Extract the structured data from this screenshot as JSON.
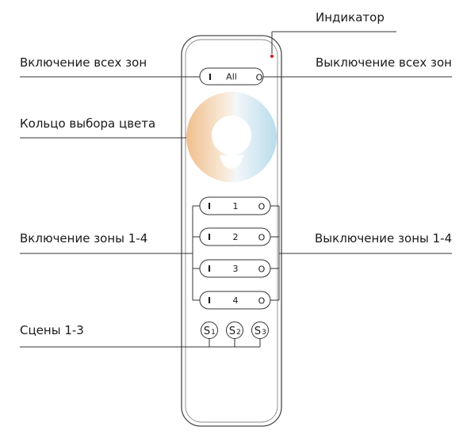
{
  "labels": {
    "indicator": "Индикатор",
    "all_on": "Включение всех зон",
    "all_off": "Выключение всех зон",
    "color_ring": "Кольцо выбора цвета",
    "zone_on": "Включение зоны 1-4",
    "zone_off": "Выключение зоны 1-4",
    "scenes": "Сцены 1-3"
  },
  "buttons": {
    "on_symbol": "I",
    "off_symbol": "O",
    "all_label": "All",
    "zones": [
      "1",
      "2",
      "3",
      "4"
    ],
    "scene_letter": "S",
    "scenes": [
      "1",
      "2",
      "3"
    ]
  },
  "colors": {
    "line": "#333333",
    "indicator": "#d9262c",
    "warm": "#f3c89a",
    "cool": "#c5e2ee",
    "body_stroke": "#4a4a4a"
  }
}
